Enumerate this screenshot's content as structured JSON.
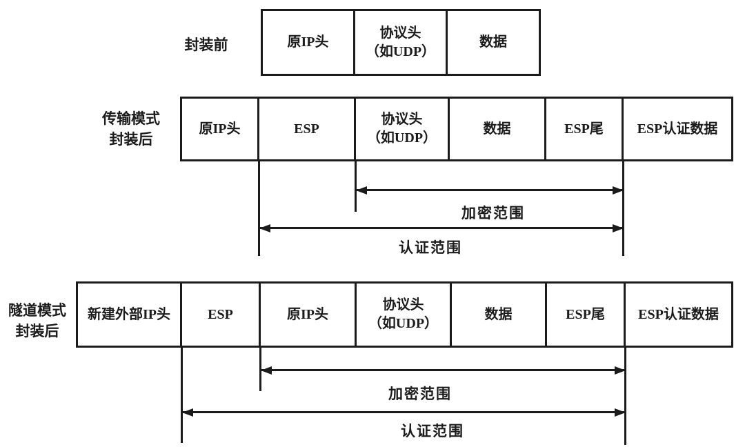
{
  "figure": {
    "colors": {
      "line": "#1b1b1b",
      "background": "#ffffff"
    },
    "rows": [
      {
        "label": "封装前",
        "boxes": [
          {
            "text": "原IP头"
          },
          {
            "text": "协议头\n（如UDP）"
          },
          {
            "text": "数据"
          }
        ]
      },
      {
        "label": "传输模式\n封装后",
        "boxes": [
          {
            "text": "原IP头"
          },
          {
            "text": "ESP"
          },
          {
            "text": "协议头\n（如UDP）"
          },
          {
            "text": "数据"
          },
          {
            "text": "ESP尾"
          },
          {
            "text": "ESP认证数据"
          }
        ],
        "scopes": {
          "encryption": "加密范围",
          "authentication": "认证范围"
        }
      },
      {
        "label": "隧道模式\n封装后",
        "boxes": [
          {
            "text": "新建外部IP头"
          },
          {
            "text": "ESP"
          },
          {
            "text": "原IP头"
          },
          {
            "text": "协议头\n（如UDP）"
          },
          {
            "text": "数据"
          },
          {
            "text": "ESP尾"
          },
          {
            "text": "ESP认证数据"
          }
        ],
        "scopes": {
          "encryption": "加密范围",
          "authentication": "认证范围"
        }
      }
    ]
  }
}
